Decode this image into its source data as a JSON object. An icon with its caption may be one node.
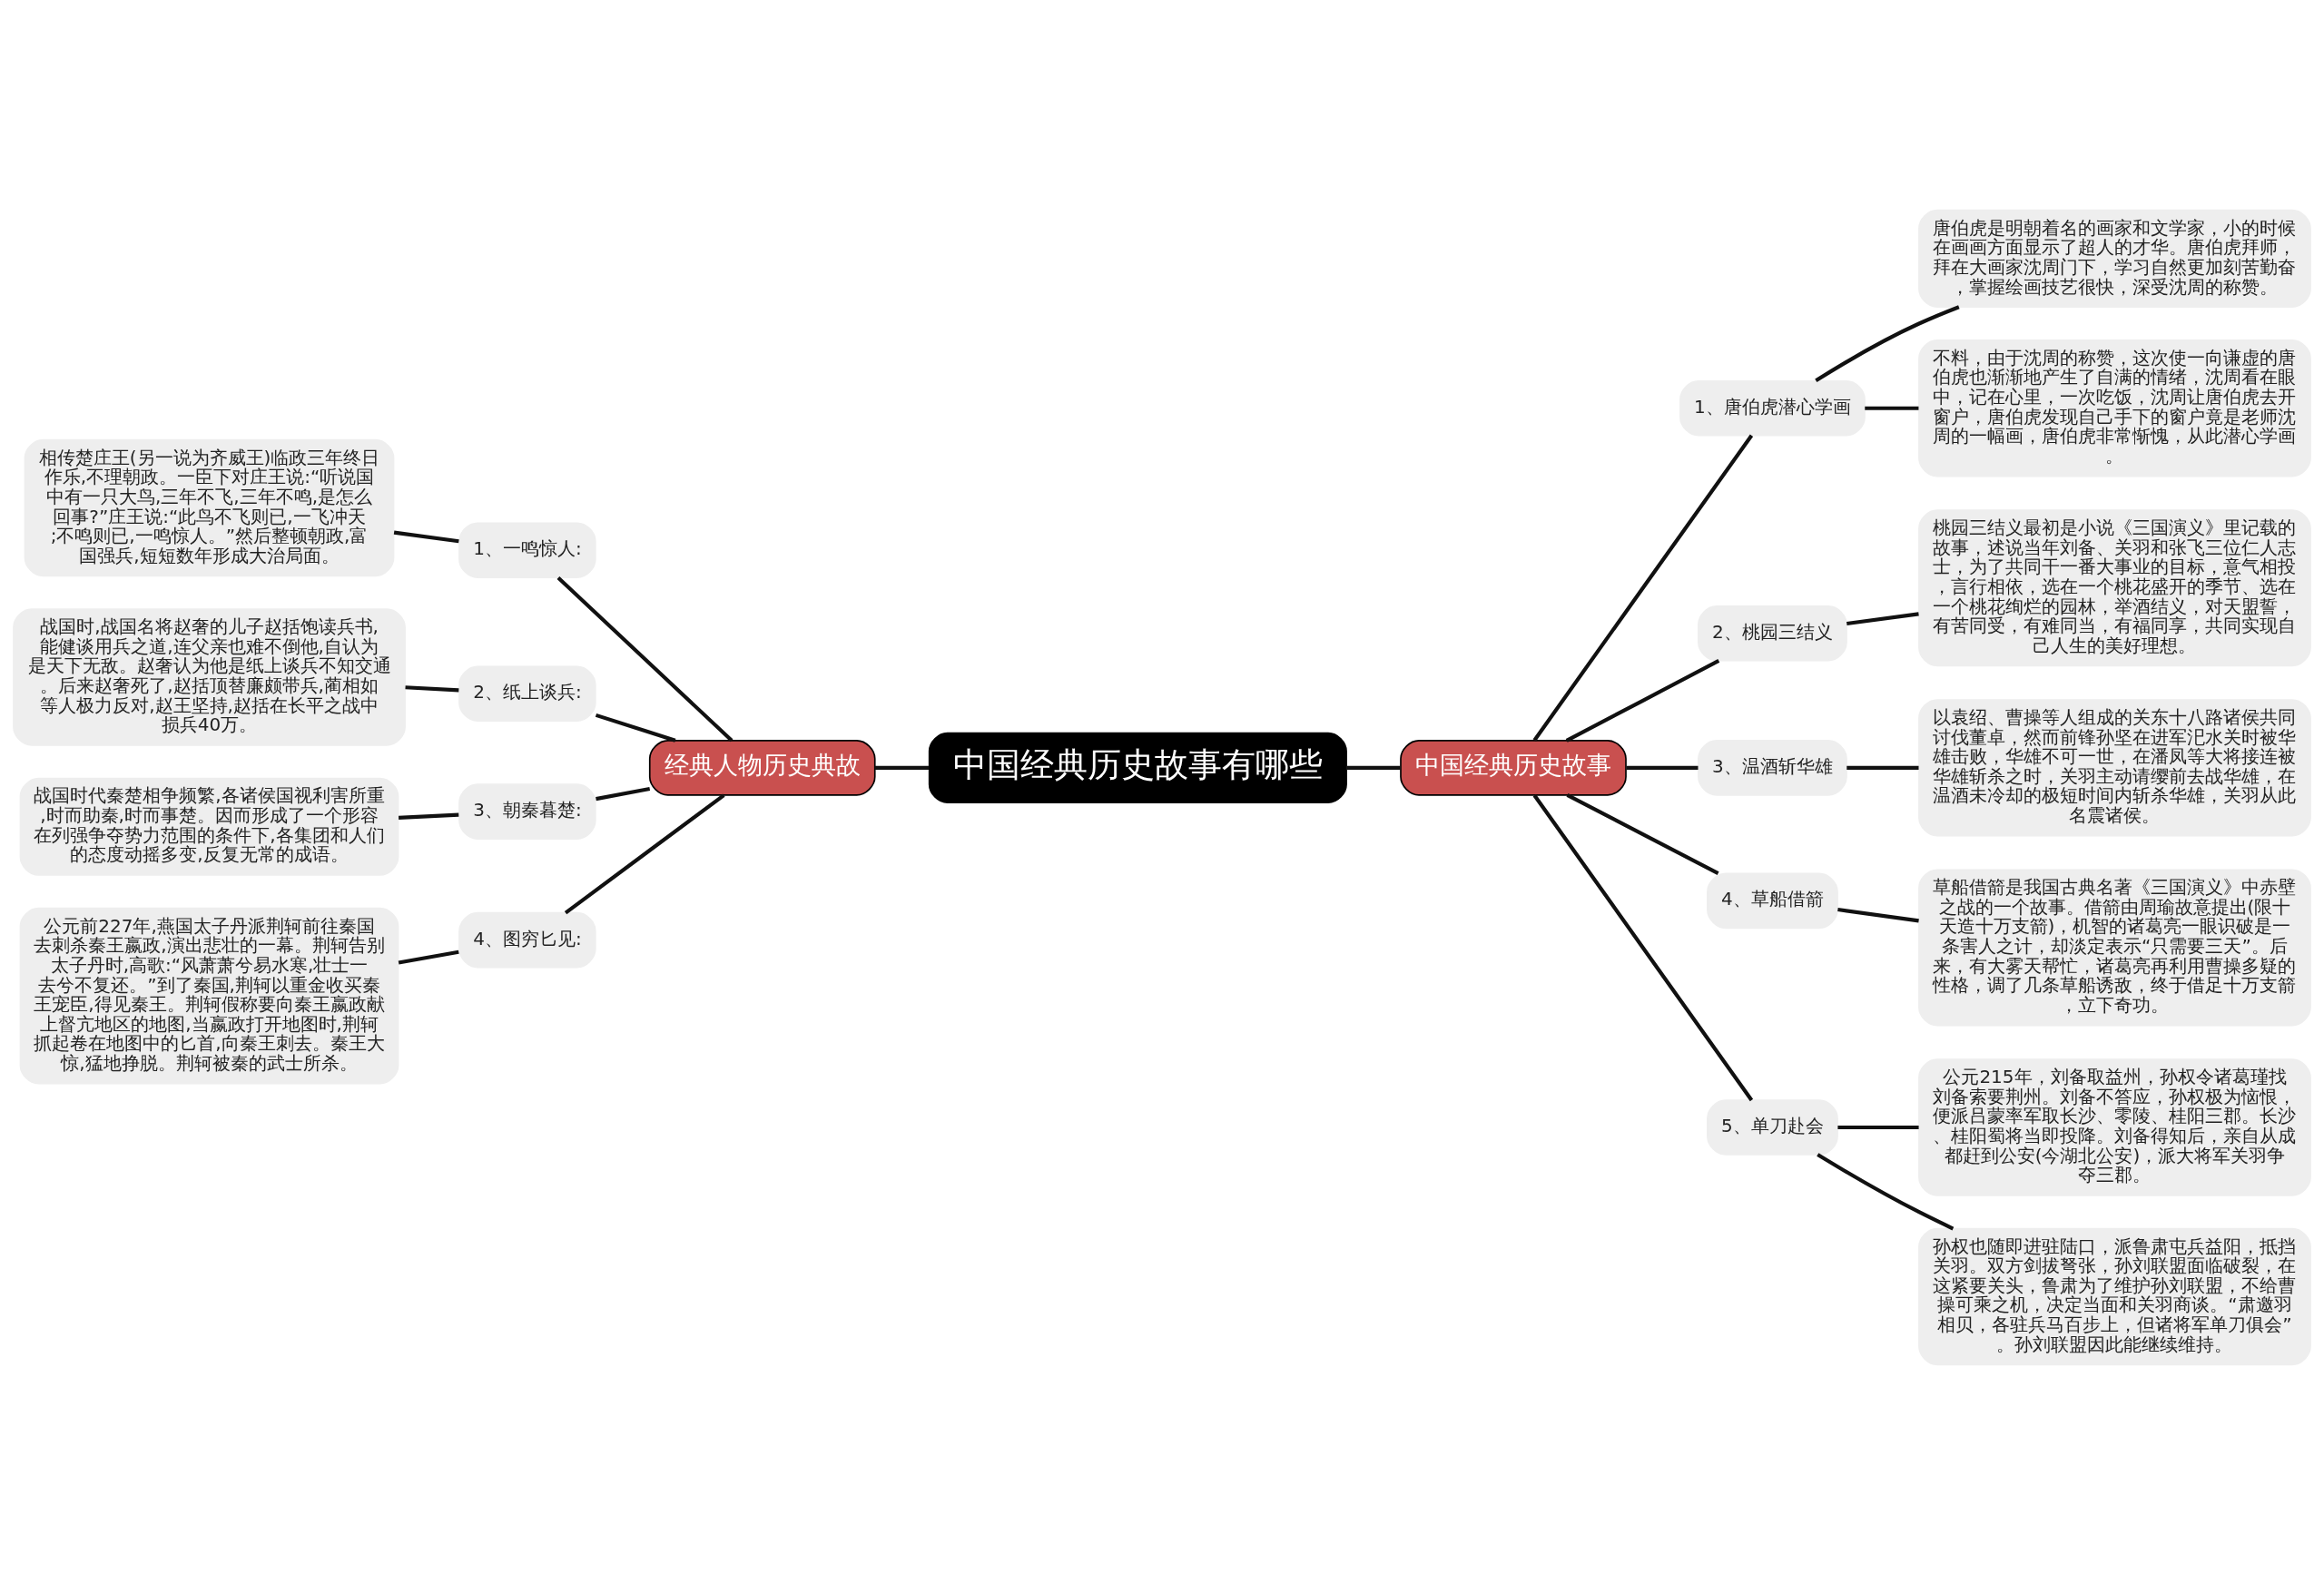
{
  "diagram": {
    "nodes": [
      {
        "text": [
          "中国经典历史故事有哪些"
        ]
      },
      {
        "text": [
          "经典人物历史典故"
        ]
      },
      {
        "text": [
          "1、一鸣惊人:"
        ]
      },
      {
        "text": [
          "2、纸上谈兵:"
        ]
      },
      {
        "text": [
          "3、朝秦暮楚:"
        ]
      },
      {
        "text": [
          "4、图穷匕见:"
        ]
      },
      {
        "text": [
          "相传楚庄王(另一说为齐威王)临政三年终日作乐,不理朝政。一臣下对庄王说:“听说国中有一只大鸟,三年不飞,三年不鸣,是怎么回事?”庄王说:“此鸟不飞则已,一飞冲天;不鸣则已,一鸣惊人。”然后整顿朝政,富国强兵,短短数年形成大治局面。"
        ]
      },
      {
        "text": [
          "战国时,战国名将赵奢的儿子赵括饱读兵书,能健谈用兵之道,连父亲也难不倒他,自认为是天下无敌。赵奢认为他是纸上谈兵不知交通。后来赵奢死了,赵括顶替廉颇带兵,蔺相如等人极力反对,赵王坚持,赵括在长平之战中损兵40万。"
        ]
      },
      {
        "text": [
          "战国时代秦楚相争频繁,各诸侯国视利害所重,时而助秦,时而事楚。因而形成了一个形容在列强争夺势力范围的条件下,各集团和人们的态度动摇多变,反复无常的成语。"
        ]
      },
      {
        "text": [
          "公元前227年,燕国太子丹派荆轲前往秦国去刺杀秦王嬴政,演出悲壮的一幕。荆轲告别太子丹时,高歌:“风萧萧兮易水寒,壮士一去兮不复还。”到了秦国,荆轲以重金收买秦王宠臣,得见秦王。荆轲假称要向秦王嬴政献上督亢地区的地图,当嬴政打开地图时,荆轲抓起卷在地图中的匕首,向秦王刺去。秦王大惊,猛地挣脱。荆轲被秦的武士所杀。"
        ]
      },
      {
        "text": [
          "中国经典历史故事"
        ]
      },
      {
        "text": [
          "1、唐伯虎潜心学画"
        ]
      },
      {
        "text": [
          "2、桃园三结义"
        ]
      },
      {
        "text": [
          "3、温酒斩华雄"
        ]
      },
      {
        "text": [
          "4、草船借箭"
        ]
      },
      {
        "text": [
          "5、单刀赴会"
        ]
      },
      {
        "text": [
          "唐伯虎是明朝着名的画家和文学家，小的时候在画画方面显示了超人的才华。唐伯虎拜师，拜在大画家沈周门下，学习自然更加刻苦勤奋，掌握绘画技艺很快，深受沈周的称赞。"
        ]
      },
      {
        "text": [
          "不料，由于沈周的称赞，这次使一向谦虚的唐伯虎也渐渐地产生了自满的情绪，沈周看在眼中，记在心里，一次吃饭，沈周让唐伯虎去开窗户，唐伯虎发现自己手下的窗户竟是老师沈周的一幅画，唐伯虎非常惭愧，从此潜心学画。"
        ]
      },
      {
        "text": [
          "桃园三结义最初是小说《三国演义》里记载的故事，述说当年刘备、关羽和张飞三位仁人志士，为了共同干一番大事业的目标，意气相投，言行相依，选在一个桃花盛开的季节、选在一个桃花绚烂的园林，举酒结义，对天盟誓，有苦同受，有难同当，有福同享，共同实现自己人生的美好理想。"
        ]
      },
      {
        "text": [
          "以袁绍、曹操等人组成的关东十八路诸侯共同讨伐董卓，然而前锋孙坚在进军汜水关时被华雄击败，华雄不可一世，在潘凤等大将接连被华雄斩杀之时，关羽主动请缨前去战华雄，在温酒未冷却的极短时间内斩杀华雄，关羽从此名震诸侯。"
        ]
      },
      {
        "text": [
          "草船借箭是我国古典名著《三国演义》中赤壁之战的一个故事。借箭由周瑜故意提出(限十天造十万支箭)，机智的诸葛亮一眼识破是一条害人之计，却淡定表示“只需要三天”。后来，有大雾天帮忙，诸葛亮再利用曹操多疑的性格，调了几条草船诱敌，终于借足十万支箭，立下奇功。"
        ]
      },
      {
        "text": [
          "公元215年，刘备取益州，孙权令诸葛瑾找刘备索要荆州。刘备不答应，孙权极为恼恨，便派吕蒙率军取长沙、零陵、桂阳三郡。长沙、桂阳蜀将当即投降。刘备得知后，亲自从成都赶到公安(今湖北公安)，派大将军关羽争夺三郡。"
        ]
      },
      {
        "text": [
          "孙权也随即进驻陆口，派鲁肃屯兵益阳，抵挡关羽。双方剑拔弩张，孙刘联盟面临破裂，在这紧要关头，鲁肃为了维护孙刘联盟，不给曹操可乘之机，决定当面和关羽商谈。“肃邀羽相贝，各驻兵马百步上，但诸将军单刀俱会”。孙刘联盟因此能继续维持。"
        ]
      }
    ],
    "edges": [
      {
        "from": 6,
        "to": 2,
        "arrow": "none"
      },
      {
        "from": 7,
        "to": 3,
        "arrow": "none"
      },
      {
        "from": 8,
        "to": 4,
        "arrow": "none"
      },
      {
        "from": 9,
        "to": 5,
        "arrow": "none"
      },
      {
        "from": 2,
        "to": 1,
        "arrow": "none"
      },
      {
        "from": 3,
        "to": 1,
        "arrow": "none"
      },
      {
        "from": 4,
        "to": 1,
        "arrow": "none"
      },
      {
        "from": 5,
        "to": 1,
        "arrow": "none"
      },
      {
        "from": 1,
        "to": 0,
        "arrow": "none"
      },
      {
        "from": 0,
        "to": 10,
        "arrow": "none"
      },
      {
        "from": 10,
        "to": 11,
        "arrow": "none"
      },
      {
        "from": 10,
        "to": 12,
        "arrow": "none"
      },
      {
        "from": 10,
        "to": 13,
        "arrow": "none"
      },
      {
        "from": 10,
        "to": 14,
        "arrow": "none"
      },
      {
        "from": 10,
        "to": 15,
        "arrow": "none"
      },
      {
        "from": 11,
        "to": 16,
        "arrow": "none"
      },
      {
        "from": 11,
        "to": 17,
        "arrow": "none"
      },
      {
        "from": 12,
        "to": 18,
        "arrow": "none"
      },
      {
        "from": 13,
        "to": 19,
        "arrow": "none"
      },
      {
        "from": 14,
        "to": 20,
        "arrow": "none"
      },
      {
        "from": 15,
        "to": 21,
        "arrow": "none"
      },
      {
        "from": 15,
        "to": 22,
        "arrow": "none"
      }
    ]
  }
}
